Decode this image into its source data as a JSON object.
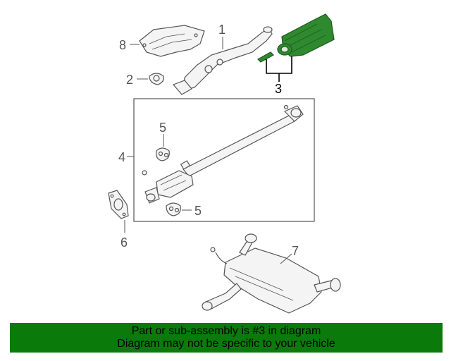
{
  "callouts": {
    "c1": "1",
    "c2": "2",
    "c3": "3",
    "c4": "4",
    "c5a": "5",
    "c5b": "5",
    "c6": "6",
    "c7": "7",
    "c8": "8"
  },
  "highlight_part": "3",
  "colors": {
    "highlight": "#2f8a2f",
    "banner": "#0a7a0a",
    "line": "#555555"
  },
  "banner": {
    "line1": "Part or sub-assembly is #3 in diagram",
    "line2": "Diagram may not be specific to your vehicle"
  }
}
